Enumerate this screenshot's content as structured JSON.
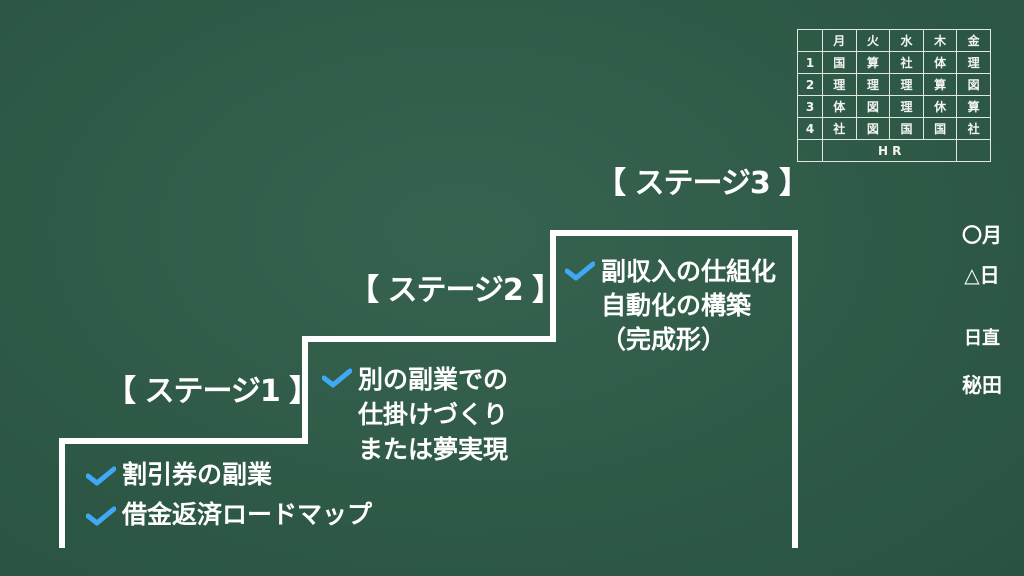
{
  "stages": [
    {
      "title": "【 ステージ1 】",
      "items": [
        "割引券の副業",
        "借金返済ロードマップ"
      ]
    },
    {
      "title": "【 ステージ2 】",
      "items": [
        "別の副業での\n仕掛けづくり\nまたは夢実現"
      ]
    },
    {
      "title": "【 ステージ3 】",
      "items": [
        "副収入の仕組化\n自動化の構築\n（完成形）"
      ]
    }
  ],
  "timetable": {
    "days": [
      "月",
      "火",
      "水",
      "木",
      "金"
    ],
    "rows": [
      {
        "period": "1",
        "subjects": [
          "国",
          "算",
          "社",
          "体",
          "理"
        ]
      },
      {
        "period": "2",
        "subjects": [
          "理",
          "理",
          "理",
          "算",
          "図"
        ]
      },
      {
        "period": "3",
        "subjects": [
          "体",
          "図",
          "理",
          "休",
          "算"
        ]
      },
      {
        "period": "4",
        "subjects": [
          "社",
          "図",
          "国",
          "国",
          "社"
        ]
      }
    ],
    "footer": "H  R"
  },
  "board_side": {
    "date_month": "〇月",
    "date_day": "△日",
    "duty_label": "日直",
    "duty_name": "秘田"
  },
  "colors": {
    "board": "#2f5a47",
    "chalk": "#ffffff",
    "check": "#3fa9f5"
  }
}
